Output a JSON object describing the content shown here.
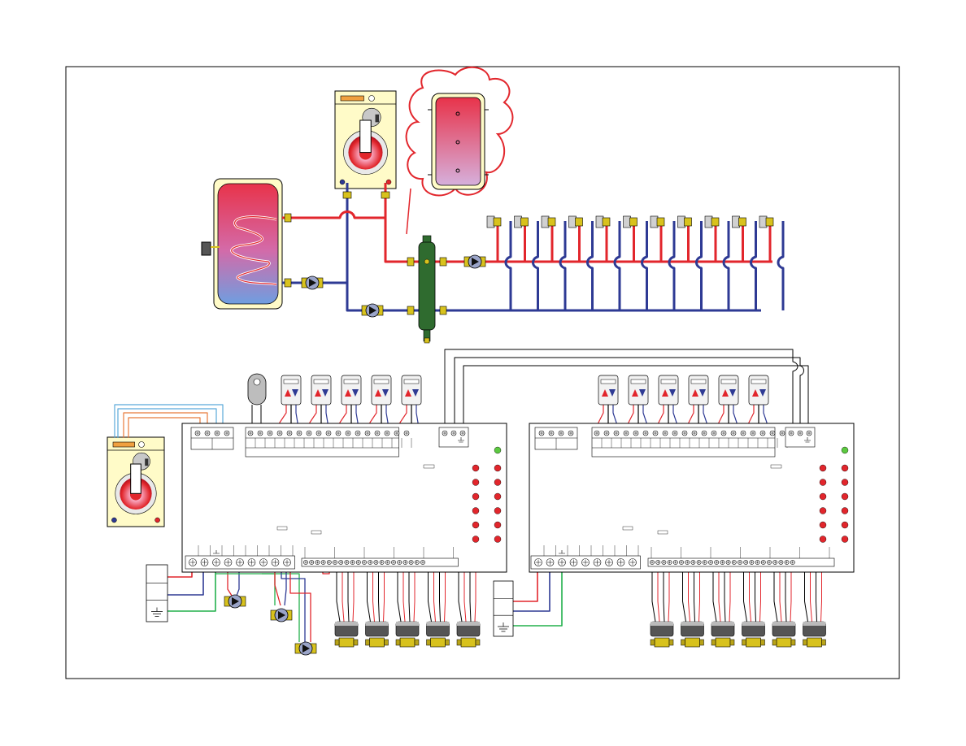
{
  "diagram": {
    "colors": {
      "supply": "#e2262c",
      "return": "#2e3a94",
      "ground": "#22b14c",
      "sensor_wire": "#e87a3a",
      "sensor_wire_alt": "#5aa9d9",
      "boiler_body": "#fffbc8",
      "tank_top": "#e8334a",
      "tank_bottom": "#6f9ee0",
      "separator": "#2f6b2f",
      "brass": "#d8c21d",
      "led_red": "#e2262c",
      "led_green": "#5cc940",
      "thermostat_up": "#e2262c",
      "thermostat_down": "#2e3a94"
    },
    "components": {
      "boiler_top": {
        "icon": "boiler-icon"
      },
      "boiler_left": {
        "icon": "boiler-icon"
      },
      "dhw_tank": {
        "icon": "indirect-water-heater-icon"
      },
      "buffer_tank": {
        "icon": "buffer-tank-icon"
      },
      "hydraulic_separator": {
        "icon": "hydraulic-separator-icon"
      },
      "outdoor_sensor": {
        "icon": "outdoor-sensor-icon"
      },
      "circulator": {
        "icon": "circulator-pump-icon"
      },
      "zone_valve": {
        "icon": "zone-valve-icon"
      },
      "thermostat": {
        "icon": "thermostat-icon"
      },
      "controller": {
        "icon": "zone-controller-icon"
      },
      "power_box": {
        "icon": "power-supply-icon"
      }
    },
    "counts": {
      "piping_zones": 11,
      "controller_left_thermostats": 5,
      "controller_right_thermostats": 6,
      "controller_left_valves": 5,
      "controller_right_valves": 6,
      "controller_leds": 12
    }
  }
}
